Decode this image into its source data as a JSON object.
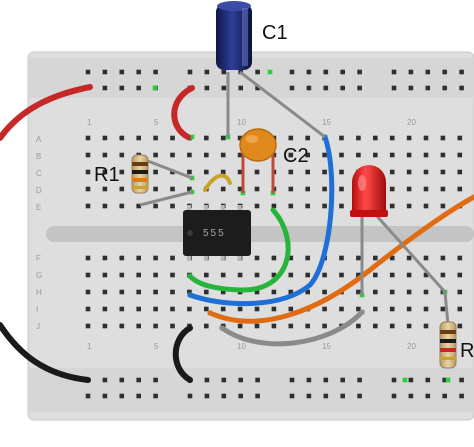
{
  "labels": {
    "c1": "C1",
    "c2": "C2",
    "r1": "R1",
    "r2": "R",
    "ic": "555"
  },
  "breadboard": {
    "row_labels_top": [
      "A",
      "B",
      "C",
      "D",
      "E"
    ],
    "row_labels_bottom": [
      "F",
      "G",
      "H",
      "I",
      "J"
    ],
    "column_numbers": [
      "1",
      "5",
      "10",
      "15",
      "20"
    ]
  },
  "colors": {
    "board": "#dedede",
    "hole": "#2f2f2f",
    "active_hole": "#2ecc40",
    "wire_red": "#c62828",
    "wire_black": "#1a1a1a",
    "wire_green": "#26b53a",
    "wire_blue": "#1f6fd6",
    "wire_orange": "#e06b12",
    "wire_gray": "#8a8a8a",
    "wire_yellow": "#c9a227",
    "led": "#e01616",
    "cap_electrolytic": "#1b2a6b",
    "cap_ceramic": "#e08a1e",
    "chip": "#1c1c1c"
  }
}
